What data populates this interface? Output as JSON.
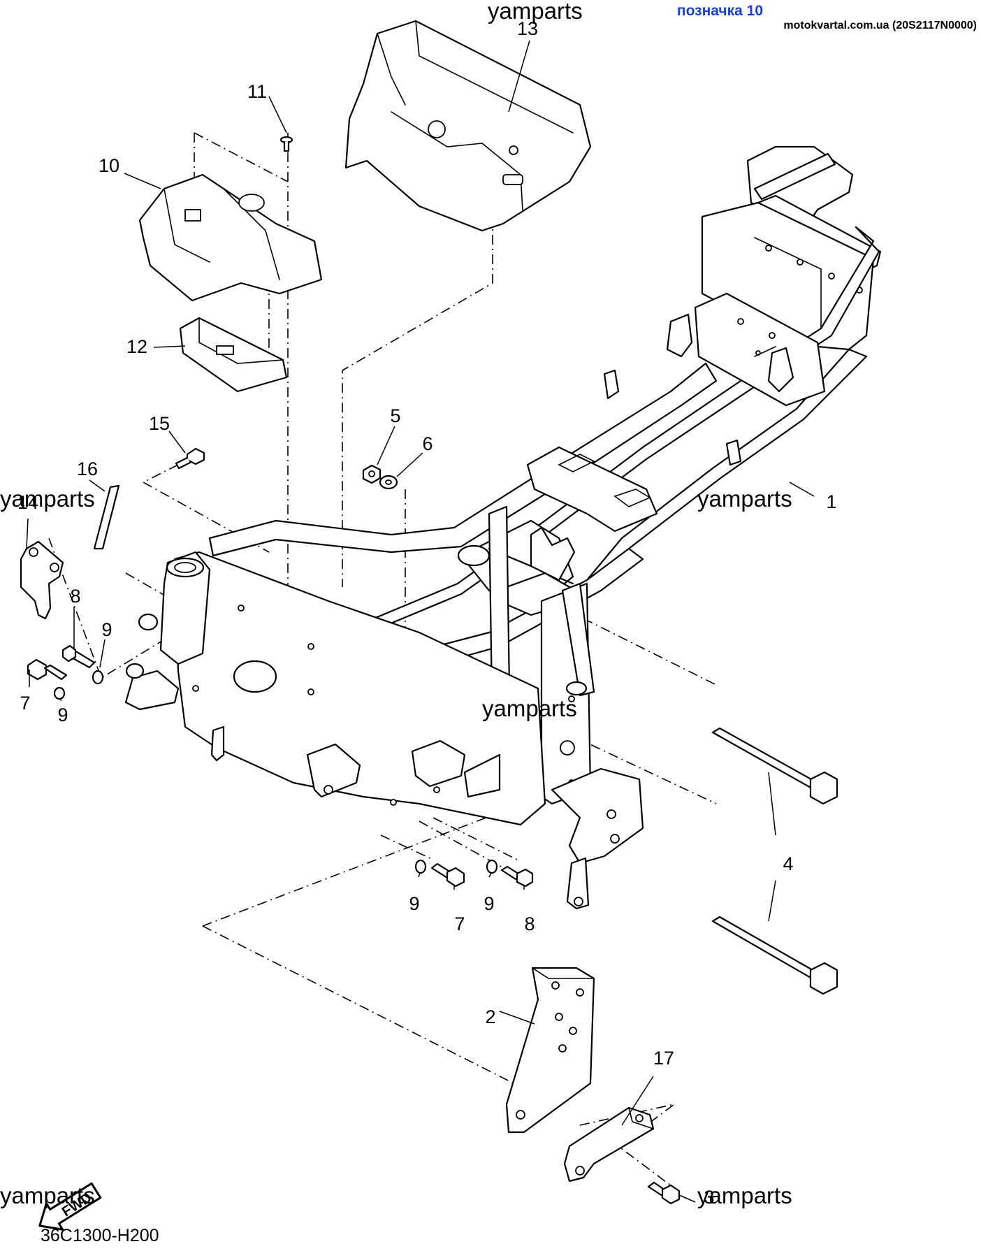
{
  "header": {
    "label": "позначка 10",
    "site": "motokvartal.com.ua (20S2117N0000)"
  },
  "watermarks": [
    "yamparts",
    "yamparts",
    "yamparts",
    "yamparts",
    "yamparts",
    "yamparts"
  ],
  "catalog_code": "36C1300-H200",
  "fwd_label": "FWD",
  "callouts": [
    "13",
    "11",
    "10",
    "12",
    "15",
    "16",
    "14",
    "5",
    "6",
    "1",
    "8",
    "9",
    "7",
    "9",
    "4",
    "9",
    "7",
    "9",
    "8",
    "2",
    "17",
    "3"
  ]
}
